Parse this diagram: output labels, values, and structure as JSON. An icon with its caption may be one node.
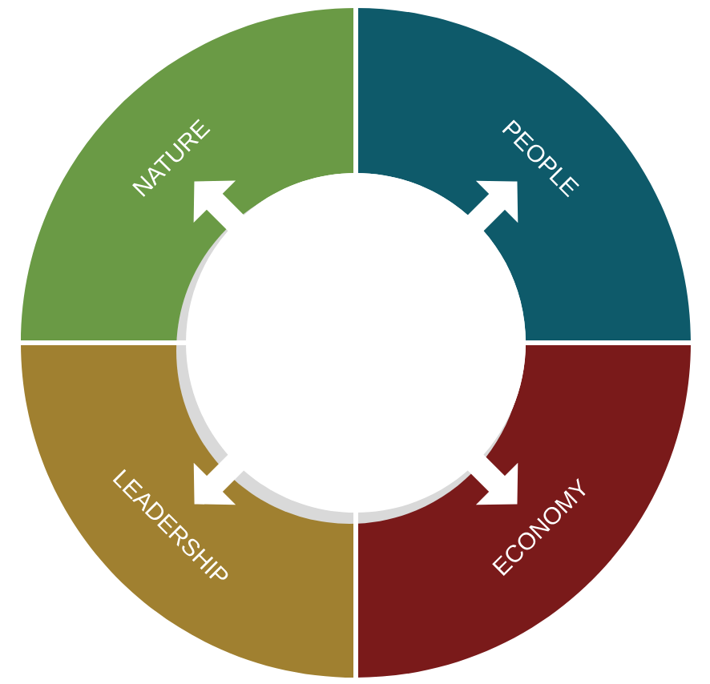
{
  "diagram": {
    "nodes": [
      {
        "text": [
          "NATURE"
        ]
      },
      {
        "text": [
          "PEOPLE"
        ]
      },
      {
        "text": [
          "LEADERSHIP"
        ]
      },
      {
        "text": [
          "ECONOMY"
        ]
      },
      {
        "text": [],
        "shape": "circle"
      }
    ],
    "edges": [
      {
        "from": 4,
        "to": 0,
        "arrow": "to"
      },
      {
        "from": 4,
        "to": 1,
        "arrow": "to"
      },
      {
        "from": 4,
        "to": 2,
        "arrow": "to"
      },
      {
        "from": 4,
        "to": 3,
        "arrow": "to"
      }
    ]
  }
}
